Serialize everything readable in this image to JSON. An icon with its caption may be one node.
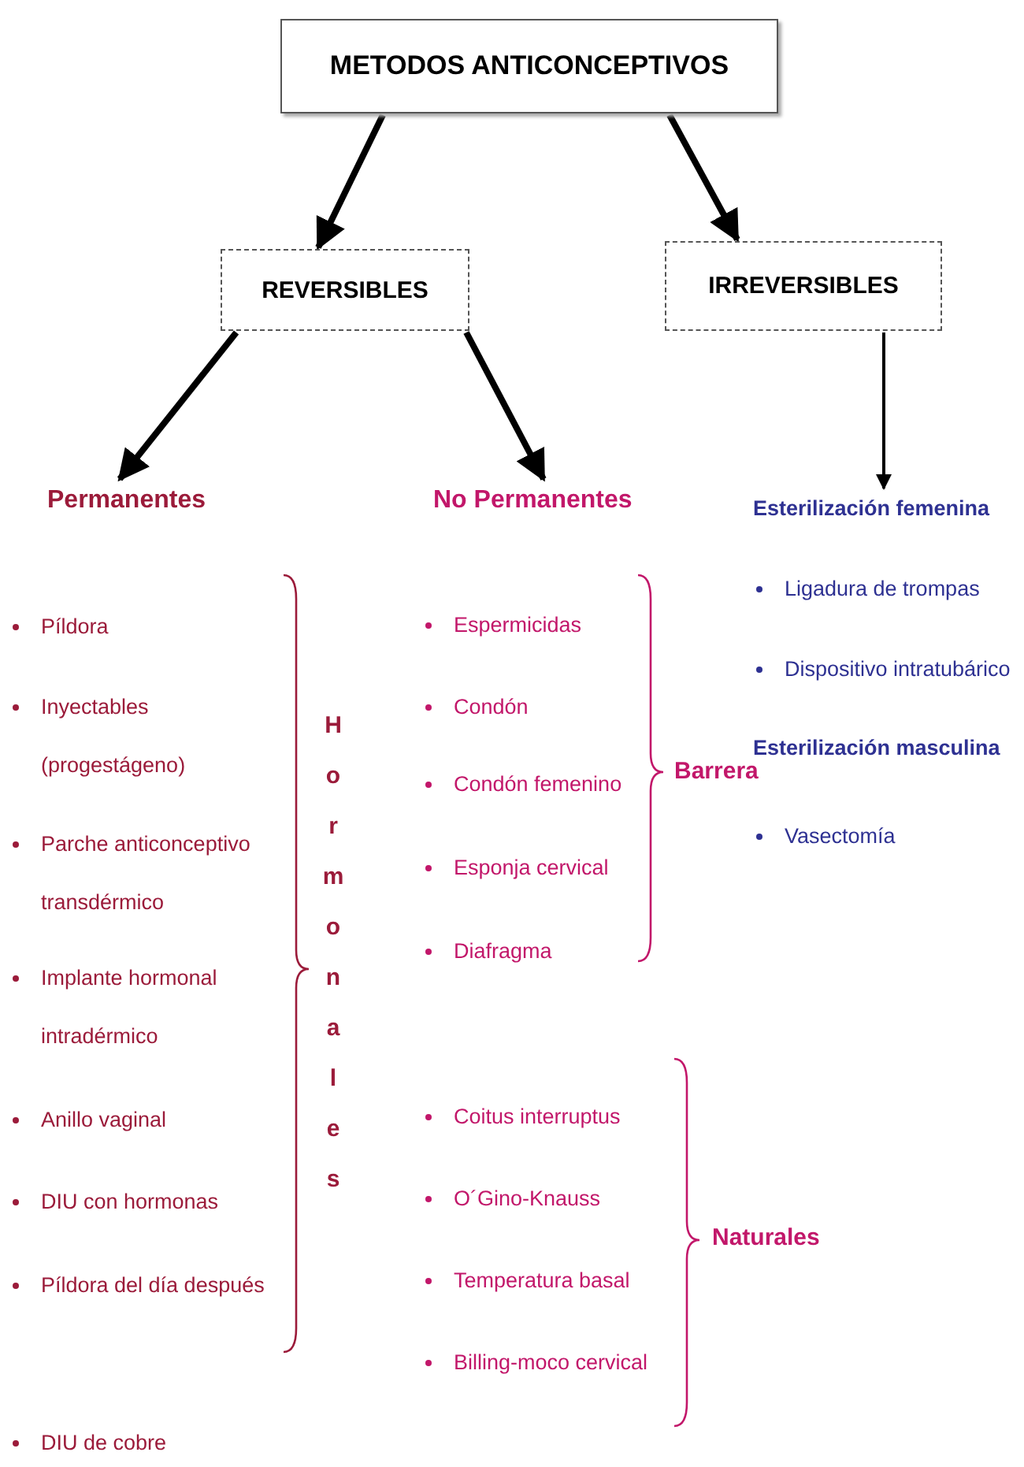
{
  "diagram": {
    "nodes": [
      {
        "text": [
          "METODOS ANTICONCEPTIVOS"
        ]
      },
      {
        "text": [
          "REVERSIBLES"
        ]
      },
      {
        "text": [
          "IRREVERSIBLES"
        ]
      },
      {
        "text": [
          "Permanentes"
        ]
      },
      {
        "text": [
          "No Permanentes"
        ]
      },
      {
        "text": [
          "Esterilización femenina"
        ]
      }
    ],
    "edges": [
      {
        "from": 0,
        "to": 1,
        "arrow": "to"
      },
      {
        "from": 0,
        "to": 2,
        "arrow": "to"
      },
      {
        "from": 1,
        "to": 3,
        "arrow": "to"
      },
      {
        "from": 1,
        "to": 4,
        "arrow": "to"
      },
      {
        "from": 2,
        "to": 5,
        "arrow": "to"
      }
    ],
    "labels": [
      "Píldora",
      "Inyectables (progestágeno)",
      "Parche anticonceptivo transdérmico",
      "Implante hormonal intradérmico",
      "Anillo vaginal",
      "DIU con hormonas",
      "Píldora del día después",
      "Hormonales",
      "DIU de cobre",
      "Espermicidas",
      "Condón",
      "Condón femenino",
      "Esponja cervical",
      "Diafragma",
      "Barrera",
      "Coitus interruptus",
      "O´Gino-Knauss",
      "Temperatura basal",
      "Billing-moco cervical",
      "Naturales",
      "Ligadura de trompas",
      "Dispositivo intratubárico",
      "Esterilización masculina",
      "Vasectomía"
    ]
  }
}
